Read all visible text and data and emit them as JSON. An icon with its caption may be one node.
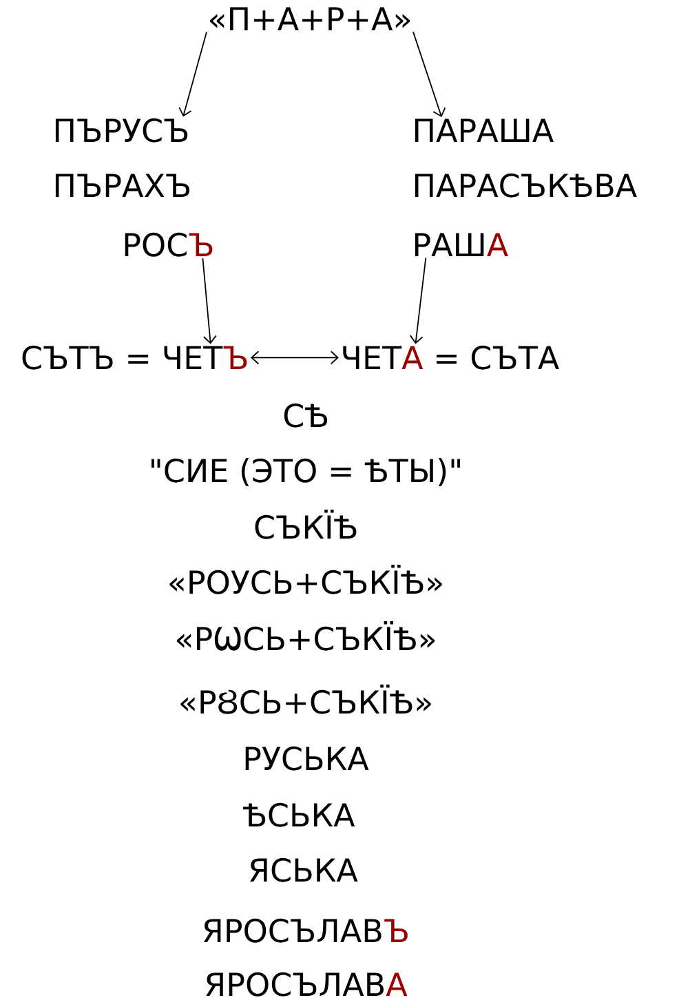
{
  "diagram": {
    "nodes": [
      {
        "text": [
          "«П+А+Р+А»"
        ]
      },
      {
        "text": [
          "ПЪРУСЪ"
        ]
      },
      {
        "text": [
          "ПЪРАХЪ"
        ]
      },
      {
        "text": [
          "РОС",
          "Ъ"
        ]
      },
      {
        "text": [
          "ПАРАША"
        ]
      },
      {
        "text": [
          "ПАРАСЪКѢВА"
        ]
      },
      {
        "text": [
          "РАШ",
          "А"
        ]
      },
      {
        "text": [
          "СЪТЪ = ЧЕТ",
          "Ъ"
        ]
      },
      {
        "text": [
          "ЧЕТ",
          "А",
          "= СЪТА"
        ]
      }
    ],
    "edges": [
      {
        "from": 0,
        "to": 1,
        "arrow": "to"
      },
      {
        "from": 0,
        "to": 4,
        "arrow": "to"
      },
      {
        "from": 3,
        "to": 7,
        "arrow": "to"
      },
      {
        "from": 6,
        "to": 8,
        "arrow": "to"
      },
      {
        "from": 7,
        "to": 8,
        "arrow": "both"
      }
    ],
    "labels": [
      "СѢ",
      "\"СИЕ (ЭТО = ѢТЫ)\"",
      "СЪКЇѢ",
      "«РОУСЬ+СЪКЇѢ»",
      "«РѠСЬ+СЪКЇѢ»",
      "«РȢСЬ+СЪКЇѢ»",
      "РУСЬКА",
      "ѢСЬКА",
      "ЯСЬКА",
      "ЯРОСЪЛАВ",
      "Ъ",
      "ЯРОСЪЛАВ",
      "А"
    ]
  }
}
